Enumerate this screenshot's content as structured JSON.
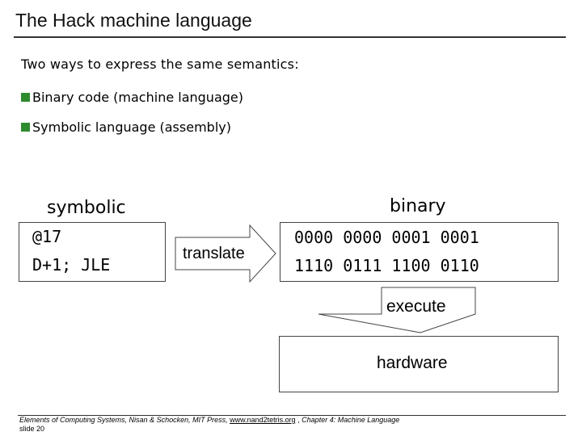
{
  "slide": {
    "title": "The Hack machine language",
    "intro": "Two ways to express the same semantics:",
    "bullets": [
      "Binary code (machine language)",
      "Symbolic language (assembly)"
    ],
    "bullet_color": "#2e8b2e"
  },
  "diagram": {
    "symbolic_label": "symbolic",
    "binary_label": "binary",
    "symbolic_code": [
      "@17",
      "D+1; JLE"
    ],
    "binary_code": [
      "0000 0000 0001 0001",
      "1110 0111 1100 0110"
    ],
    "translate_label": "translate",
    "execute_label": "execute",
    "hardware_label": "hardware"
  },
  "footer": {
    "citation": "Elements of Computing Systems, Nisan & Schocken, MIT Press, ",
    "link_text": "www.nand2tetris.org",
    "separator": " , ",
    "chapter": "Chapter 4: Machine Language",
    "slide_number": "slide 20"
  }
}
